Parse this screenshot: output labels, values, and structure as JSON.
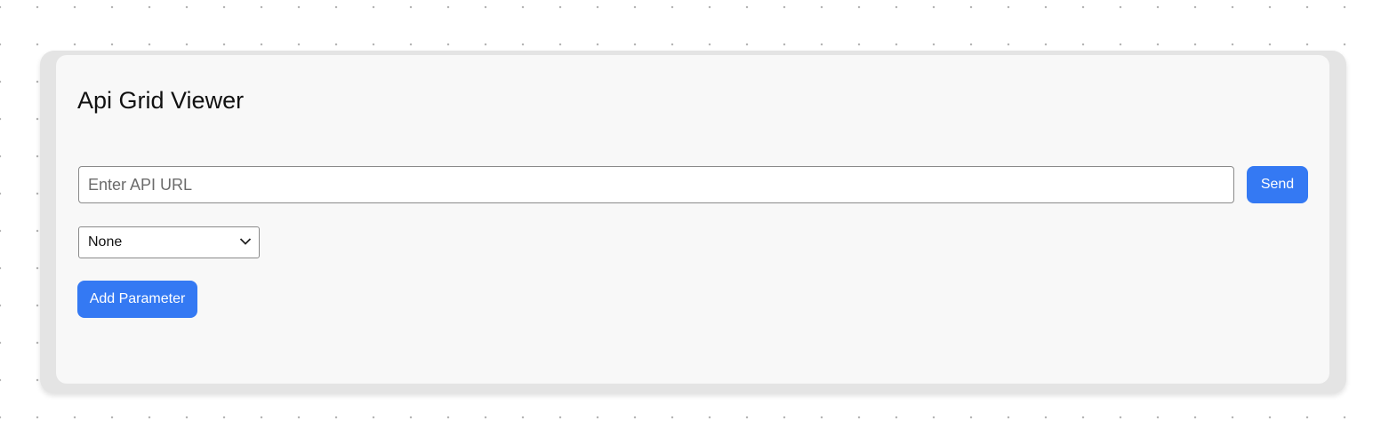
{
  "app": {
    "title": "Api Grid Viewer"
  },
  "request": {
    "url_value": "",
    "url_placeholder": "Enter API URL",
    "send_label": "Send",
    "auth_select": {
      "selected": "None",
      "icon": "chevron-down-icon"
    },
    "add_parameter_label": "Add Parameter"
  },
  "colors": {
    "accent": "#3479f3",
    "card": "#f8f8f8",
    "card_frame": "#e4e4e4"
  }
}
